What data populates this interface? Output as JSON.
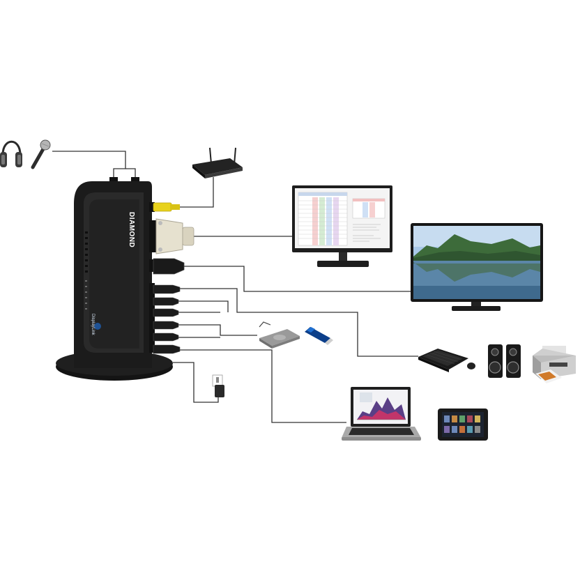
{
  "dock": {
    "brand": "DIAMOND",
    "logo": "DisplayLink",
    "body_color": "#1b1b1b",
    "accent_color": "#2a2a2a"
  },
  "devices": [
    {
      "name": "headphones",
      "icon": "headphones-icon"
    },
    {
      "name": "microphone",
      "icon": "microphone-icon"
    },
    {
      "name": "wireless-router",
      "icon": "router-icon"
    },
    {
      "name": "desktop-monitor",
      "icon": "monitor-icon"
    },
    {
      "name": "hd-television",
      "icon": "tv-icon"
    },
    {
      "name": "external-hard-drive",
      "icon": "hard-drive-icon"
    },
    {
      "name": "usb-flash-drive",
      "icon": "usb-drive-icon"
    },
    {
      "name": "keyboard-and-mouse",
      "icon": "keyboard-icon"
    },
    {
      "name": "speakers",
      "icon": "speaker-icon"
    },
    {
      "name": "printer",
      "icon": "printer-icon"
    },
    {
      "name": "power-adapter",
      "icon": "power-plug-icon"
    },
    {
      "name": "laptop",
      "icon": "laptop-icon"
    },
    {
      "name": "tablet",
      "icon": "tablet-icon"
    }
  ],
  "colors": {
    "wire": "#333333",
    "ethernet_cable": "#e8d21c",
    "dvi_cable": "#e6e1cf",
    "screen_sky": "#a9c8e8",
    "mountain": "#3d6b3a",
    "lake": "#5b86a8"
  }
}
